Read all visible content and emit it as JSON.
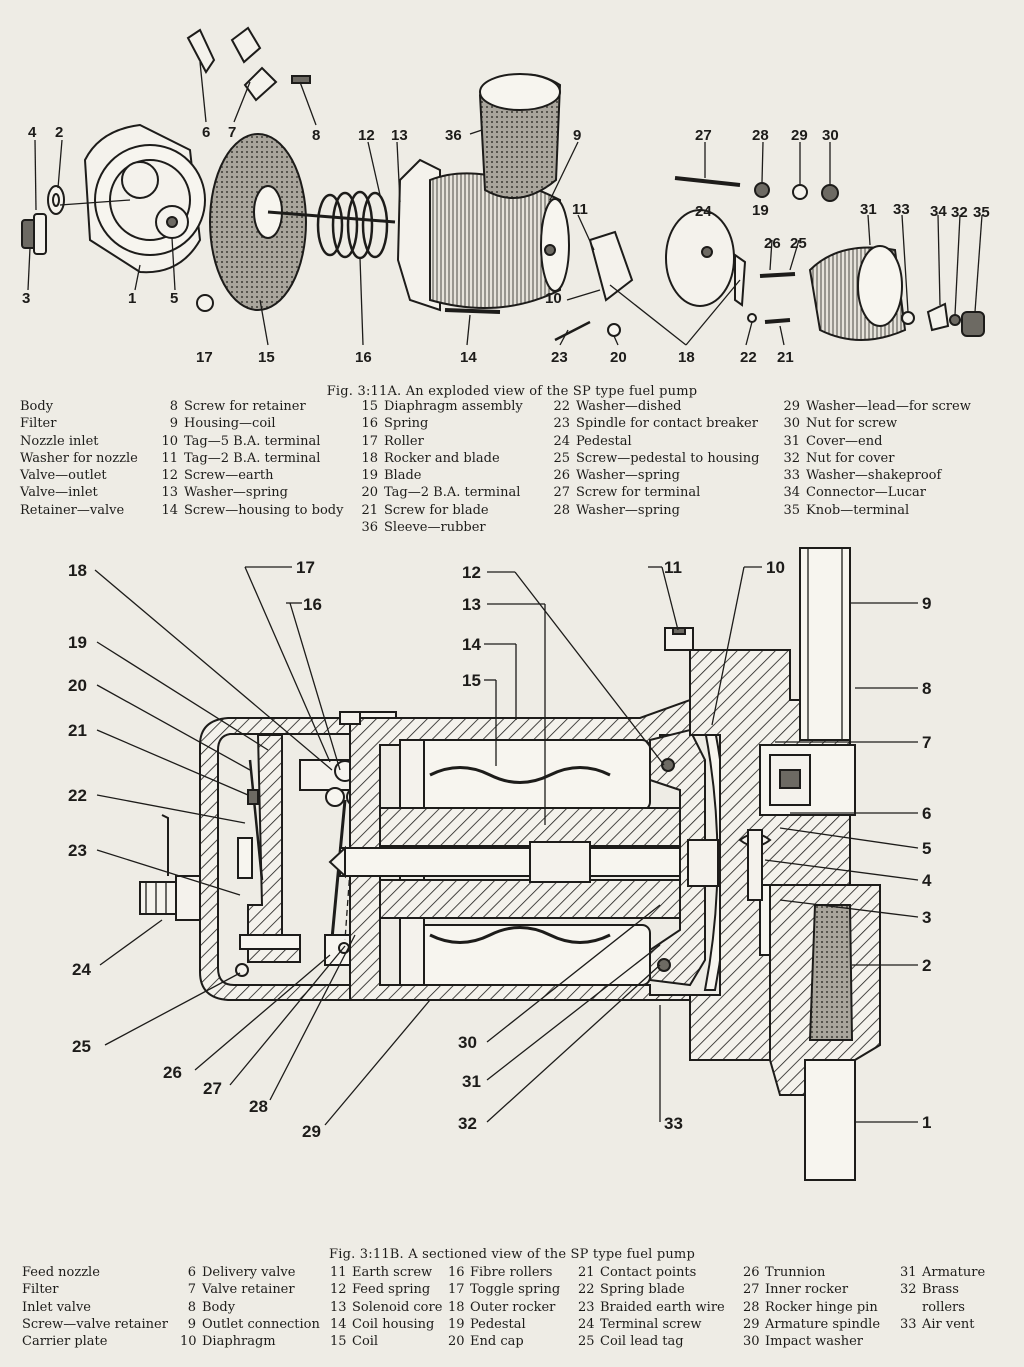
{
  "figure_a": {
    "caption": "Fig. 3:11A.  An exploded view of the SP type fuel pump",
    "callouts": [
      "1",
      "2",
      "3",
      "4",
      "5",
      "6",
      "7",
      "8",
      "9",
      "10",
      "11",
      "12",
      "13",
      "14",
      "15",
      "16",
      "17",
      "18",
      "19",
      "20",
      "21",
      "22",
      "23",
      "24",
      "25",
      "26",
      "27",
      "28",
      "29",
      "30",
      "31",
      "32",
      "33",
      "34",
      "35",
      "36"
    ],
    "legend_columns": [
      [
        [
          "",
          "Body"
        ],
        [
          "",
          "Filter"
        ],
        [
          "",
          "Nozzle inlet"
        ],
        [
          "",
          "Washer for nozzle"
        ],
        [
          "",
          "Valve—outlet"
        ],
        [
          "",
          "Valve—inlet"
        ],
        [
          "",
          "Retainer—valve"
        ]
      ],
      [
        [
          "8",
          "Screw for retainer"
        ],
        [
          "9",
          "Housing—coil"
        ],
        [
          "10",
          "Tag—5 B.A. terminal"
        ],
        [
          "11",
          "Tag—2 B.A. terminal"
        ],
        [
          "12",
          "Screw—earth"
        ],
        [
          "13",
          "Washer—spring"
        ],
        [
          "14",
          "Screw—housing to body"
        ]
      ],
      [
        [
          "15",
          "Diaphragm assembly"
        ],
        [
          "16",
          "Spring"
        ],
        [
          "17",
          "Roller"
        ],
        [
          "18",
          "Rocker and blade"
        ],
        [
          "19",
          "Blade"
        ],
        [
          "20",
          "Tag—2 B.A. terminal"
        ],
        [
          "21",
          "Screw for blade"
        ],
        [
          "36",
          "Sleeve—rubber"
        ]
      ],
      [
        [
          "22",
          "Washer—dished"
        ],
        [
          "23",
          "Spindle for contact breaker"
        ],
        [
          "24",
          "Pedestal"
        ],
        [
          "25",
          "Screw—pedestal to housing"
        ],
        [
          "26",
          "Washer—spring"
        ],
        [
          "27",
          "Screw for terminal"
        ],
        [
          "28",
          "Washer—spring"
        ]
      ],
      [
        [
          "29",
          "Washer—lead—for screw"
        ],
        [
          "30",
          "Nut for screw"
        ],
        [
          "31",
          "Cover—end"
        ],
        [
          "32",
          "Nut for cover"
        ],
        [
          "33",
          "Washer—shakeproof"
        ],
        [
          "34",
          "Connector—Lucar"
        ],
        [
          "35",
          "Knob—terminal"
        ]
      ]
    ]
  },
  "figure_b": {
    "caption": "Fig. 3:11B.  A sectioned view of the SP type fuel pump",
    "callouts": [
      "1",
      "2",
      "3",
      "4",
      "5",
      "6",
      "7",
      "8",
      "9",
      "10",
      "11",
      "12",
      "13",
      "14",
      "15",
      "16",
      "17",
      "18",
      "19",
      "20",
      "21",
      "22",
      "23",
      "24",
      "25",
      "26",
      "27",
      "28",
      "29",
      "30",
      "31",
      "32",
      "33"
    ],
    "legend_columns": [
      [
        [
          "",
          "Feed nozzle"
        ],
        [
          "",
          "Filter"
        ],
        [
          "",
          "Inlet valve"
        ],
        [
          "",
          "Screw—valve retainer"
        ],
        [
          "",
          "Carrier plate"
        ]
      ],
      [
        [
          "6",
          "Delivery valve"
        ],
        [
          "7",
          "Valve retainer"
        ],
        [
          "8",
          "Body"
        ],
        [
          "9",
          "Outlet connection"
        ],
        [
          "10",
          "Diaphragm"
        ]
      ],
      [
        [
          "11",
          "Earth screw"
        ],
        [
          "12",
          "Feed spring"
        ],
        [
          "13",
          "Solenoid core"
        ],
        [
          "14",
          "Coil housing"
        ],
        [
          "15",
          "Coil"
        ]
      ],
      [
        [
          "16",
          "Fibre rollers"
        ],
        [
          "17",
          "Toggle spring"
        ],
        [
          "18",
          "Outer rocker"
        ],
        [
          "19",
          "Pedestal"
        ],
        [
          "20",
          "End cap"
        ]
      ],
      [
        [
          "21",
          "Contact points"
        ],
        [
          "22",
          "Spring blade"
        ],
        [
          "23",
          "Braided earth wire"
        ],
        [
          "24",
          "Terminal screw"
        ],
        [
          "25",
          "Coil lead tag"
        ]
      ],
      [
        [
          "26",
          "Trunnion"
        ],
        [
          "27",
          "Inner rocker"
        ],
        [
          "28",
          "Rocker hinge pin"
        ],
        [
          "29",
          "Armature spindle"
        ],
        [
          "30",
          "Impact washer"
        ]
      ],
      [
        [
          "31",
          "Armature"
        ],
        [
          "32",
          "Brass"
        ],
        [
          "",
          "rollers"
        ],
        [
          "33",
          "Air vent"
        ]
      ]
    ]
  }
}
